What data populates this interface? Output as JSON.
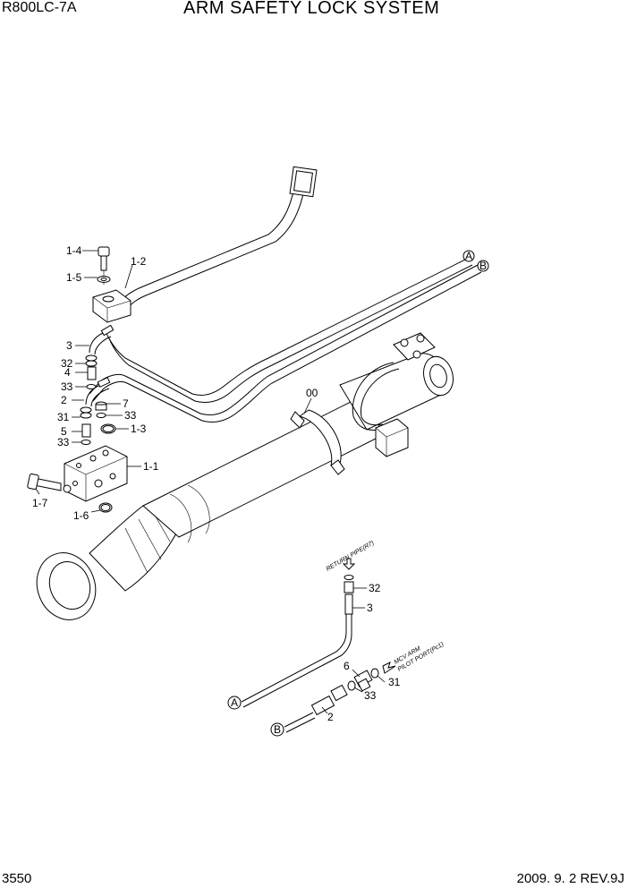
{
  "header": {
    "model": "R800LC-7A",
    "title": "ARM SAFETY LOCK SYSTEM"
  },
  "footer": {
    "page_number": "3550",
    "revision": "2009. 9. 2  REV.9J"
  },
  "callouts": {
    "p1_4": "1-4",
    "p1_5": "1-5",
    "p1_2": "1-2",
    "p3a": "3",
    "p32a": "32",
    "p4": "4",
    "p33a": "33",
    "p2a": "2",
    "p7": "7",
    "p33b": "33",
    "p31a": "31",
    "p1_3": "1-3",
    "p5": "5",
    "p33c": "33",
    "p1_1": "1-1",
    "p1_7": "1-7",
    "p1_6": "1-6",
    "p00": "00",
    "p32b": "32",
    "p3b": "3",
    "p6": "6",
    "p31b": "31",
    "p33d": "33",
    "p2b": "2",
    "conn_A_top": "A",
    "conn_B_top": "B",
    "conn_A_bottom": "A",
    "conn_B_bottom": "B"
  },
  "annotations": {
    "return_pipe": "RETURN PIPE(R7)",
    "mcv_arm": "MCV ARM",
    "pilot_port": "PILOT PORT(Pc1)"
  }
}
